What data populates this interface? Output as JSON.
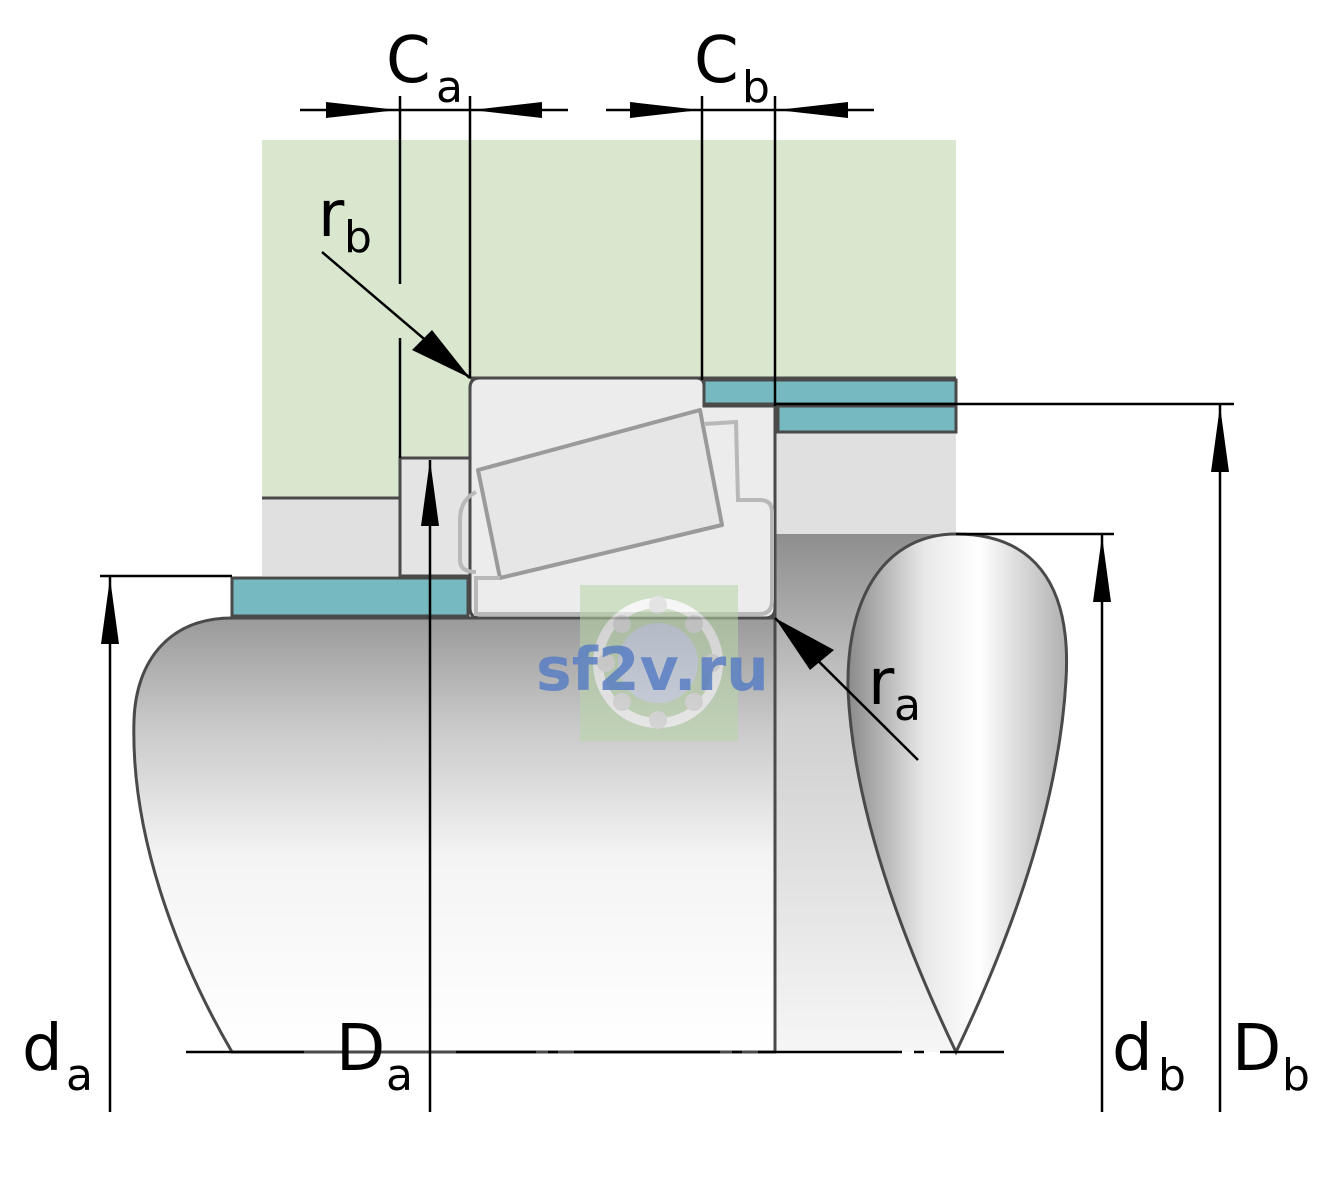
{
  "labels": {
    "Ca": {
      "main": "C",
      "sub": "a"
    },
    "Cb": {
      "main": "C",
      "sub": "b"
    },
    "rb": {
      "main": "r",
      "sub": "b"
    },
    "ra": {
      "main": "r",
      "sub": "a"
    },
    "da": {
      "main": "d",
      "sub": "a"
    },
    "Da": {
      "main": "D",
      "sub": "a"
    },
    "db": {
      "main": "d",
      "sub": "b"
    },
    "Db": {
      "main": "D",
      "sub": "b"
    }
  },
  "watermark": "sf2v.ru",
  "colors": {
    "housing": "#d9e7cf",
    "sleeve": "#76b9c0",
    "ring": "#ececec",
    "shoulder": "#e0e0e0",
    "outline": "#4a4a4a",
    "dimension": "#000000"
  }
}
